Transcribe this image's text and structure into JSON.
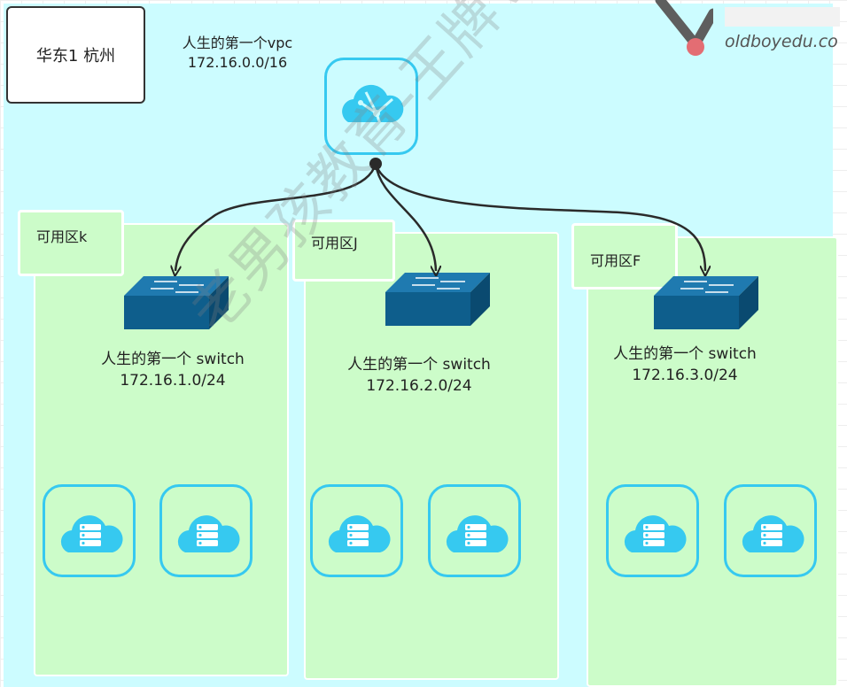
{
  "region": {
    "label": "华东1 杭州"
  },
  "vpc": {
    "name": "人生的第一个vpc",
    "cidr": "172.16.0.0/16"
  },
  "zones": [
    {
      "tag": "可用区k",
      "switch_name": "人生的第一个 switch",
      "switch_cidr": "172.16.1.0/24"
    },
    {
      "tag": "可用区J",
      "switch_name": "人生的第一个 switch",
      "switch_cidr": "172.16.2.0/24"
    },
    {
      "tag": "可用区F",
      "switch_name": "人生的第一个 switch",
      "switch_cidr": "172.16.3.0/24"
    }
  ],
  "watermark": {
    "text": "老男孩教育-王牌VIP"
  },
  "logo": {
    "text": "oldboyedu.co"
  },
  "colors": {
    "vpc_bg": "#ccfcff",
    "zone_bg": "#ccfcc9",
    "icon_blue": "#36c9f0",
    "switch_blue": "#0e5e8c"
  },
  "icons": {
    "vpc": "cloud-vpc-icon",
    "switch": "switch-icon",
    "server": "cloud-server-icon"
  }
}
